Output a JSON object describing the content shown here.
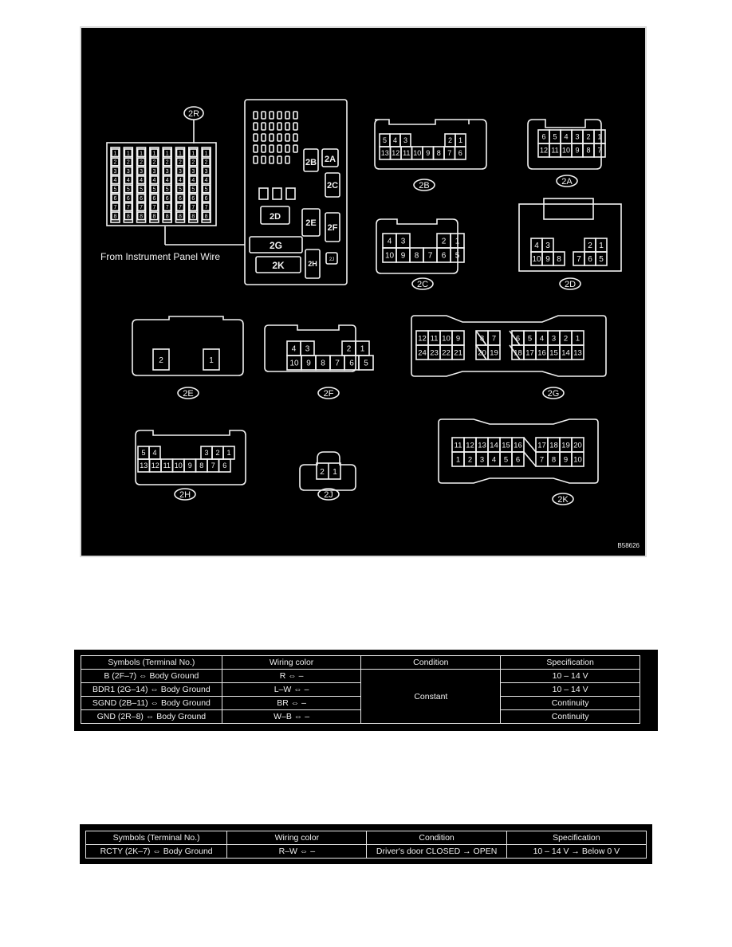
{
  "diagram": {
    "reference_code": "B58626",
    "junction_block_caption": "From Instrument Panel Wire",
    "junction_block_labels": [
      "2A",
      "2B",
      "2C",
      "2D",
      "2E",
      "2F",
      "2G",
      "2H",
      "2J",
      "2K"
    ],
    "connector_2R": {
      "label": "2R",
      "columns": 8,
      "pins": [
        "1",
        "2",
        "3",
        "4",
        "5",
        "6",
        "7",
        "8"
      ]
    },
    "connectors": {
      "2A": {
        "label": "2A",
        "top": [
          "6",
          "5",
          "4",
          "3",
          "2",
          "1"
        ],
        "bottom": [
          "12",
          "11",
          "10",
          "9",
          "8",
          "7"
        ]
      },
      "2B": {
        "label": "2B",
        "top": [
          "5",
          "4",
          "3",
          "2",
          "1"
        ],
        "bottom": [
          "13",
          "12",
          "11",
          "10",
          "9",
          "8",
          "7",
          "6"
        ]
      },
      "2C": {
        "label": "2C",
        "top": [
          "4",
          "3",
          "2",
          "1"
        ],
        "bottom": [
          "10",
          "9",
          "8",
          "7",
          "6",
          "5"
        ]
      },
      "2D": {
        "label": "2D",
        "top": [
          "4",
          "3",
          "2",
          "1"
        ],
        "bottom": [
          "10",
          "9",
          "8",
          "7",
          "6",
          "5"
        ]
      },
      "2E": {
        "label": "2E",
        "pins": [
          "2",
          "1"
        ]
      },
      "2F": {
        "label": "2F",
        "top": [
          "4",
          "3",
          "2",
          "1"
        ],
        "bottom": [
          "10",
          "9",
          "8",
          "7",
          "6",
          "5"
        ]
      },
      "2G": {
        "label": "2G",
        "top": [
          "12",
          "11",
          "10",
          "9",
          "8",
          "7",
          "6",
          "5",
          "4",
          "3",
          "2",
          "1"
        ],
        "bottom": [
          "24",
          "23",
          "22",
          "21",
          "20",
          "19",
          "18",
          "17",
          "16",
          "15",
          "14",
          "13"
        ]
      },
      "2H": {
        "label": "2H",
        "top": [
          "5",
          "4",
          "3",
          "2",
          "1"
        ],
        "bottom": [
          "13",
          "12",
          "11",
          "10",
          "9",
          "8",
          "7",
          "6"
        ]
      },
      "2J": {
        "label": "2J",
        "pins": [
          "2",
          "1"
        ]
      },
      "2K": {
        "label": "2K",
        "top": [
          "11",
          "12",
          "13",
          "14",
          "15",
          "16",
          "17",
          "18",
          "19",
          "20"
        ],
        "bottom": [
          "1",
          "2",
          "3",
          "4",
          "5",
          "6",
          "7",
          "8",
          "9",
          "10"
        ]
      }
    }
  },
  "table1": {
    "headers": [
      "Symbols (Terminal No.)",
      "Wiring color",
      "Condition",
      "Specification"
    ],
    "rows": [
      {
        "symbol": "B (2F–7) ⇔ Body Ground",
        "wiring": "R ⇔ –",
        "spec": "10 – 14 V"
      },
      {
        "symbol": "BDR1 (2G–14) ⇔ Body Ground",
        "wiring": "L–W ⇔ –",
        "spec": "10 – 14 V"
      },
      {
        "symbol": "SGND (2B–11) ⇔ Body Ground",
        "wiring": "BR ⇔ –",
        "spec": "Continuity"
      },
      {
        "symbol": "GND (2R–8) ⇔ Body Ground",
        "wiring": "W–B ⇔ –",
        "spec": "Continuity"
      }
    ],
    "condition_merged": "Constant"
  },
  "table2": {
    "headers": [
      "Symbols (Terminal No.)",
      "Wiring color",
      "Condition",
      "Specification"
    ],
    "rows": [
      {
        "symbol": "RCTY (2K–7) ⇔ Body Ground",
        "wiring": "R–W ⇔ –",
        "condition": "Driver's door CLOSED → OPEN",
        "spec": "10 – 14 V → Below 0 V"
      }
    ]
  }
}
